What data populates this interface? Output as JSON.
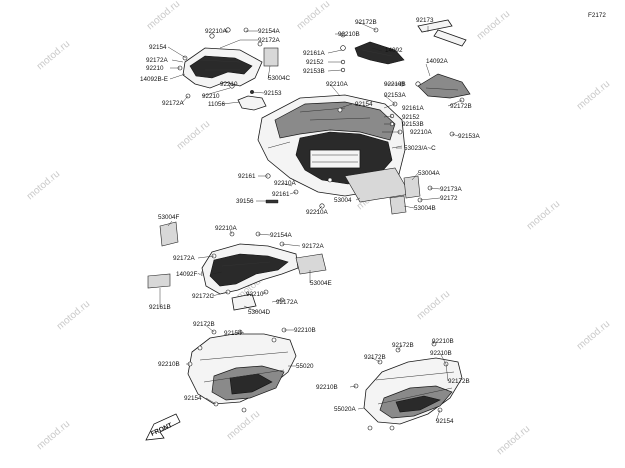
{
  "diagram": {
    "ref_code": "F2172",
    "watermark": "motod.ru",
    "front_label": "FRONT",
    "labels": {
      "l_92210A_t": "92210A",
      "l_92154A_t": "92154A",
      "l_92172A_t": "92172A",
      "l_92154_tl": "92154",
      "l_92172A_l": "92172A",
      "l_92210_l": "92210",
      "l_14092B_E": "14092B-E",
      "l_92172A_b": "92172A",
      "l_92210_b": "92210",
      "l_92153_t": "92153",
      "l_11056": "11056",
      "l_53004C": "53004C",
      "l_92210_m": "92210",
      "l_92172B_t": "92172B",
      "l_92210B_t": "92210B",
      "l_92161A_t": "92161A",
      "l_92152_t": "92152",
      "l_92153B_t": "92153B",
      "l_14092_t": "14092",
      "l_92173": "92173",
      "l_14092A": "14092A",
      "l_92210A_m": "92210A",
      "l_92210B_m": "92210B",
      "l_92153A_m": "92153A",
      "l_92154_m": "92154",
      "l_92161A_m": "92161A",
      "l_92152_m": "92152",
      "l_92153B_m": "92153B",
      "l_92172B_r": "92172B",
      "l_92210A_r": "92210A",
      "l_92153A_r": "92153A",
      "l_53023": "53023/A~C",
      "l_53004A": "53004A",
      "l_92173A": "92173A",
      "l_92172": "92172",
      "l_53004B": "53004B",
      "l_92161_l": "92161",
      "l_92210A_c": "92210A",
      "l_92161_c": "92161",
      "l_53004": "53004",
      "l_92210A_c2": "92210A",
      "l_39156": "39156",
      "l_53004F": "53004F",
      "l_92210A_f": "92210A",
      "l_92154A_f": "92154A",
      "l_92172A_f": "92172A",
      "l_92172A_fl": "92172A",
      "l_14092F_I": "14092F~I",
      "l_53004E": "53004E",
      "l_92172C": "92172C",
      "l_92210_f": "92210",
      "l_92172A_f2": "92172A",
      "l_92161B": "92161B",
      "l_53004D": "53004D",
      "l_92172B_f": "92172B",
      "l_92154_f": "92154",
      "l_92210B_f": "92210B",
      "l_92210B_fl": "92210B",
      "l_55020": "55020",
      "l_92154_fb": "92154",
      "l_92172B_r2": "92172B",
      "l_92210B_r2": "92210B",
      "l_92172B_r3": "92172B",
      "l_92210B_r3": "92210B",
      "l_92210B_r4": "92210B",
      "l_92172B_r4": "92172B",
      "l_55020A": "55020A",
      "l_92154_r": "92154"
    }
  }
}
